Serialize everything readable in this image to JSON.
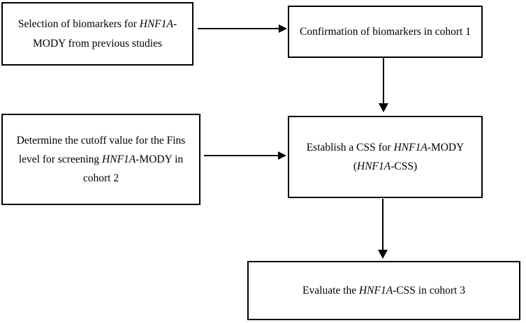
{
  "figure": {
    "type": "flowchart",
    "title": "",
    "background_color": "#ffffff",
    "line_color": "#000000",
    "text_color": "#000000"
  },
  "nodes": [
    {
      "id": "selection",
      "name": "selection-of-biomarkers-box",
      "text_html": "Selection of biomarkers for <em>HNF1A</em>-MODY from previous studies",
      "text_plain": "Selection of biomarkers for HNF1A-MODY from previous studies"
    },
    {
      "id": "confirmation",
      "name": "confirmation-of-biomarkers-box",
      "text_html": "Confirmation of biomarkers in cohort 1",
      "text_plain": "Confirmation of biomarkers in cohort 1"
    },
    {
      "id": "cutoff",
      "name": "determine-cutoff-value-box",
      "text_html": "Determine the cutoff value for the Fins level for screening <em>HNF1A</em>-MODY in cohort 2",
      "text_plain": "Determine the cutoff value for the Fins level for screening HNF1A-MODY in cohort 2"
    },
    {
      "id": "establish",
      "name": "establish-css-box",
      "text_html": "Establish a CSS for <em>HNF1A</em>-MODY (<em>HNF1A</em>-CSS)",
      "text_plain": "Establish a CSS for HNF1A-MODY (HNF1A-CSS)"
    },
    {
      "id": "evaluate",
      "name": "evaluate-css-box",
      "text_html": "Evaluate the <em>HNF1A</em>-CSS in cohort 3",
      "text_plain": "Evaluate the HNF1A-CSS in cohort 3"
    }
  ],
  "edges": [
    {
      "id": "edge1",
      "from": "selection",
      "to": "confirmation",
      "direction": "right",
      "label": ""
    },
    {
      "id": "edge2",
      "from": "confirmation",
      "to": "establish",
      "direction": "down",
      "label": ""
    },
    {
      "id": "edge3",
      "from": "cutoff",
      "to": "establish",
      "direction": "right",
      "label": ""
    },
    {
      "id": "edge4",
      "from": "establish",
      "to": "evaluate",
      "direction": "down",
      "label": ""
    }
  ]
}
